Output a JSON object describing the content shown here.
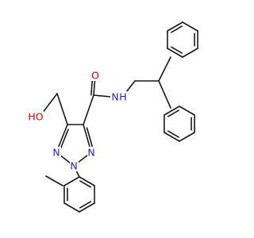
{
  "diagram": {
    "colors": {
      "bond": "#1a1a1a",
      "O": "#e00000",
      "N": "#2222dd"
    },
    "labels": {
      "carbonyl_o": "O",
      "amide_nh": "N",
      "amide_h": "H",
      "hydroxyl": "HO",
      "triazole_n1": "N",
      "triazole_n2": "N",
      "triazole_n3": "N"
    }
  }
}
